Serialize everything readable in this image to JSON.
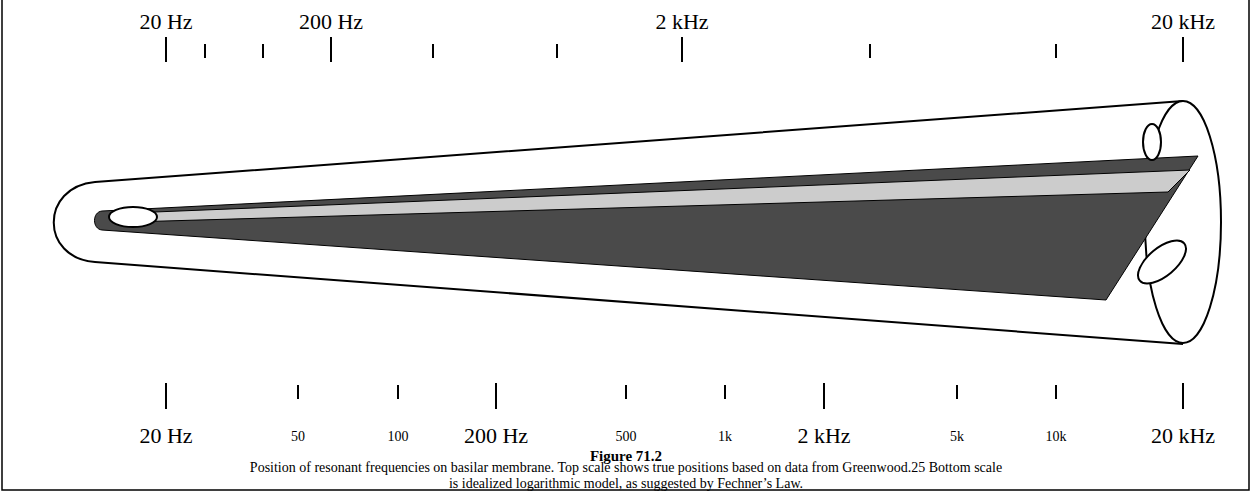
{
  "diagram": {
    "title": "Figure 71.2",
    "caption": "Position of resonant frequencies on basilar membrane.  Top scale shows true positions based on data from Greenwood.25 Bottom scale is idealized logarithmic model, as suggested by Fechner’s Law.",
    "labels": [
      "20 Hz",
      "200 Hz",
      "2 kHz",
      "20 kHz",
      "20 Hz",
      "50",
      "100",
      "200 Hz",
      "500",
      "1k",
      "2 kHz",
      "5k",
      "10k",
      "20 kHz"
    ]
  }
}
